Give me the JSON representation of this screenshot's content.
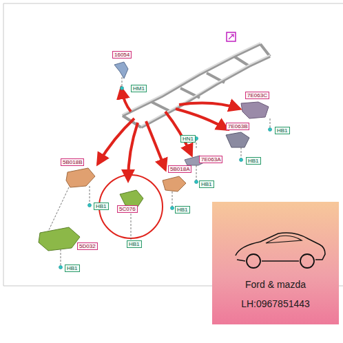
{
  "diagram": {
    "nodes": [
      {
        "text": [
          "Ford & mazda",
          "LH:0967851443"
        ]
      }
    ],
    "labels": [
      "16054",
      "HM1",
      "7E063C",
      "HB1",
      "7E063B",
      "HN1",
      "HB1",
      "7E063A",
      "HB1",
      "5B018B",
      "HB1",
      "5C076",
      "5B018A",
      "HB1",
      "HB1",
      "5D032",
      "HB1"
    ]
  }
}
